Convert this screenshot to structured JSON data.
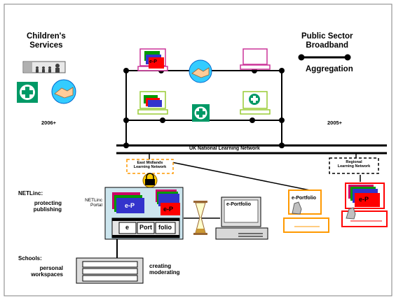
{
  "labels": {
    "childrens_services": "Children's\nServices",
    "public_sector_broadband": "Public Sector\nBroadband",
    "aggregation": "Aggregation",
    "year_left": "2006+",
    "year_right": "2005+",
    "uk_network": "UK National Learning Network",
    "east_midlands": "East Midlands\nLearning Network",
    "regional": "Regional\nLearning Network",
    "netlinc_title": "NETLinc:",
    "netlinc_desc": "protecting\npublishing",
    "netlinc_portal": "NETLinc\nPortal",
    "schools_title": "Schools:",
    "schools_desc": "personal\nworkspaces",
    "creating": "creating\nmoderating",
    "eportfolio_1": "e-Portfolio",
    "eportfolio_2": "e-Portfolio",
    "ep_badge_1": "e-P",
    "ep_badge_2": "e-P",
    "ep_badge_3": "e-P",
    "ep_badge_4": "e-P",
    "film_e": "e",
    "film_port": "Port",
    "film_folio": "folio"
  },
  "colors": {
    "magenta": "#cc3399",
    "green": "#99cc33",
    "orange": "#ff9900",
    "red": "#ff0000",
    "blue": "#3333cc",
    "teal_box": "#cce5ee",
    "health_green": "#009966",
    "gray": "#c0c0c0",
    "yellow": "#ffcc00"
  }
}
